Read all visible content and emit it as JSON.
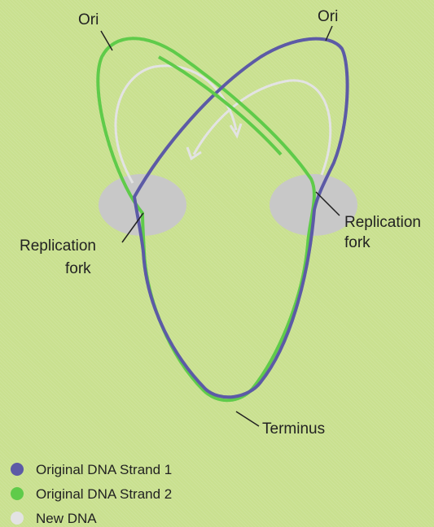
{
  "labels": {
    "ori_left": "Ori",
    "ori_right": "Ori",
    "fork_left_line1": "Replication",
    "fork_left_line2": "fork",
    "fork_right_line1": "Replication",
    "fork_right_line2": "fork",
    "terminus": "Terminus"
  },
  "legend": [
    {
      "label": "Original DNA Strand 1",
      "color": "#5c5aa6"
    },
    {
      "label": "Original DNA Strand 2",
      "color": "#5fcb4a"
    },
    {
      "label": "New DNA",
      "color": "#e3e3e3"
    }
  ],
  "colors": {
    "strand1": "#5c5aa6",
    "strand2": "#5fcb4a",
    "new_dna": "#e3e3e3",
    "fork_bubble": "#c8c8c8",
    "pointer": "#222222"
  }
}
